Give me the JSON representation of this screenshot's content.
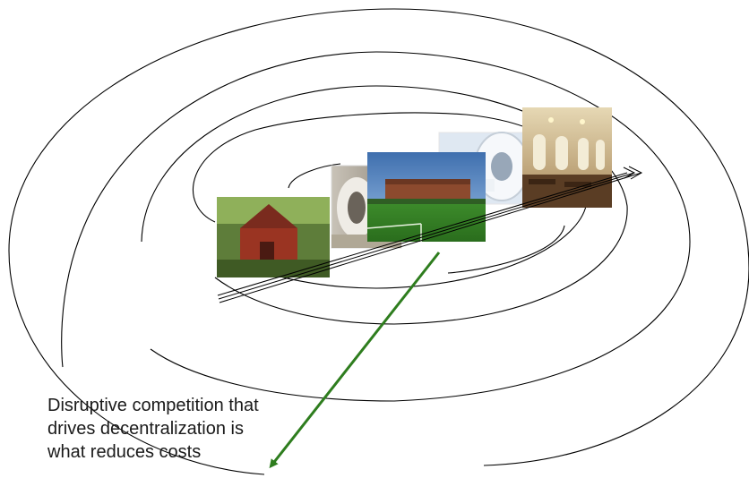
{
  "caption": {
    "line1": "Disruptive competition that",
    "line2": "drives decentralization is",
    "line3": "what reduces costs"
  },
  "images": [
    {
      "subject": "red barn under trees",
      "role": "photo"
    },
    {
      "subject": "MRI scanner machine",
      "role": "photo"
    },
    {
      "subject": "college campus with sports field",
      "role": "photo"
    },
    {
      "subject": "CT scanner machine",
      "role": "photo"
    },
    {
      "subject": "university dining hall interior",
      "role": "photo"
    }
  ],
  "colors": {
    "spiral": "#000000",
    "arrow": "#2e7d1e",
    "background": "#ffffff"
  }
}
